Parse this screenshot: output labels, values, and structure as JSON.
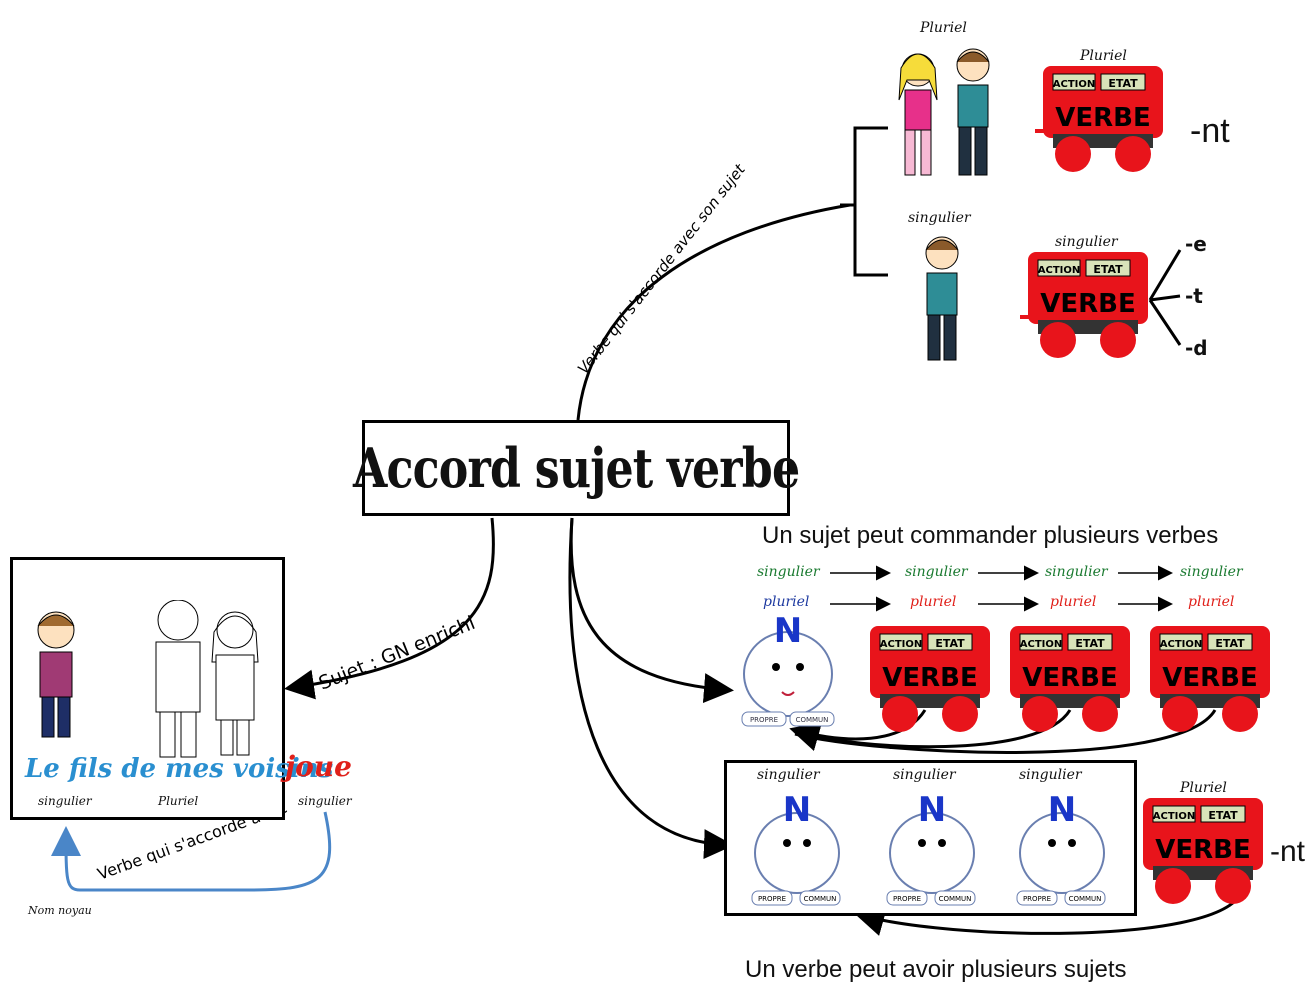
{
  "title": "Accord sujet verbe",
  "branches": {
    "verb_agrees": "Verbe qui s'accorde avec son sujet",
    "subject_gn": "Sujet : GN enrichi",
    "verb_agrees_short": "Verbe qui s'accorde avec"
  },
  "top_plural": {
    "label": "Pluriel",
    "wagon_label": "Pluriel",
    "suffix": "-nt"
  },
  "top_singular": {
    "label": "singulier",
    "wagon_label": "singulier",
    "suffixes": [
      "-e",
      "-t",
      "-d"
    ]
  },
  "wagon": {
    "action": "ACTION",
    "etat": "ETAT",
    "verbe": "VERBE"
  },
  "example": {
    "words": [
      "Le fils",
      "de mes voisins"
    ],
    "verb": "joue",
    "tags": [
      "singulier",
      "Pluriel",
      "singulier"
    ],
    "noyau": "Nom noyau"
  },
  "multi_verbs": {
    "caption": "Un sujet peut commander plusieurs verbes",
    "row1": [
      "singulier",
      "singulier",
      "singulier",
      "singulier"
    ],
    "row2": [
      "pluriel",
      "pluriel",
      "pluriel",
      "pluriel"
    ]
  },
  "multi_subjects": {
    "caption": "Un verbe peut avoir plusieurs sujets",
    "labels": [
      "singulier",
      "singulier",
      "singulier"
    ],
    "wagon_label": "Pluriel",
    "suffix": "-nt"
  },
  "noun_tags": {
    "n": "N",
    "propre": "PROPRE",
    "commun": "COMMUN"
  },
  "colors": {
    "wagon": "#e8141b",
    "arrow_blue": "#4a86c8",
    "text_blue": "#2a8fd0",
    "text_red": "#e0201a"
  }
}
